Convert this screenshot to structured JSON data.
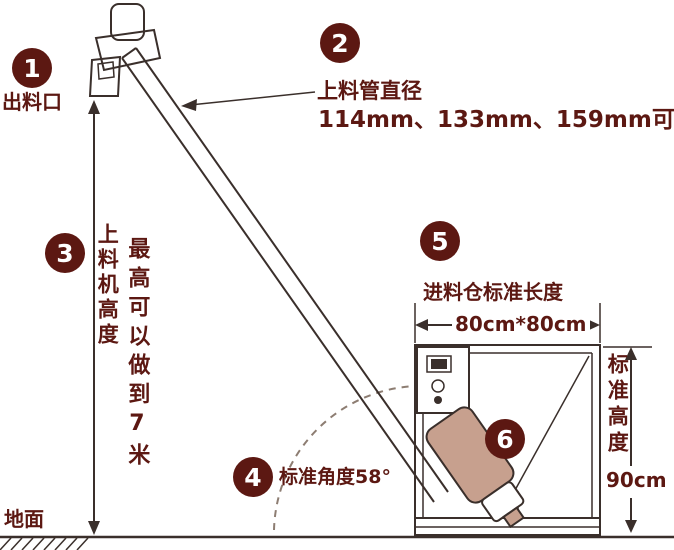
{
  "colors": {
    "accent": "#5c1812",
    "line": "#3a2f2b",
    "dash": "#8d7d72",
    "motor_fill": "#c7a08e",
    "background": "#ffffff"
  },
  "badges": {
    "b1": "1",
    "b2": "2",
    "b3": "3",
    "b4": "4",
    "b5": "5",
    "b6": "6"
  },
  "labels": {
    "outlet": "出料口",
    "pipe_title": "上料管直径",
    "pipe_sizes": "114mm、133mm、159mm可",
    "height_label": "上料机高度",
    "height_note": "最高可以做到7米",
    "angle": "标准角度58°",
    "hopper_title": "进料仓标准长度",
    "hopper_size": "80cm*80cm",
    "hopper_height_label": "标准高度",
    "hopper_height_value": "90cm",
    "ground": "地面"
  }
}
